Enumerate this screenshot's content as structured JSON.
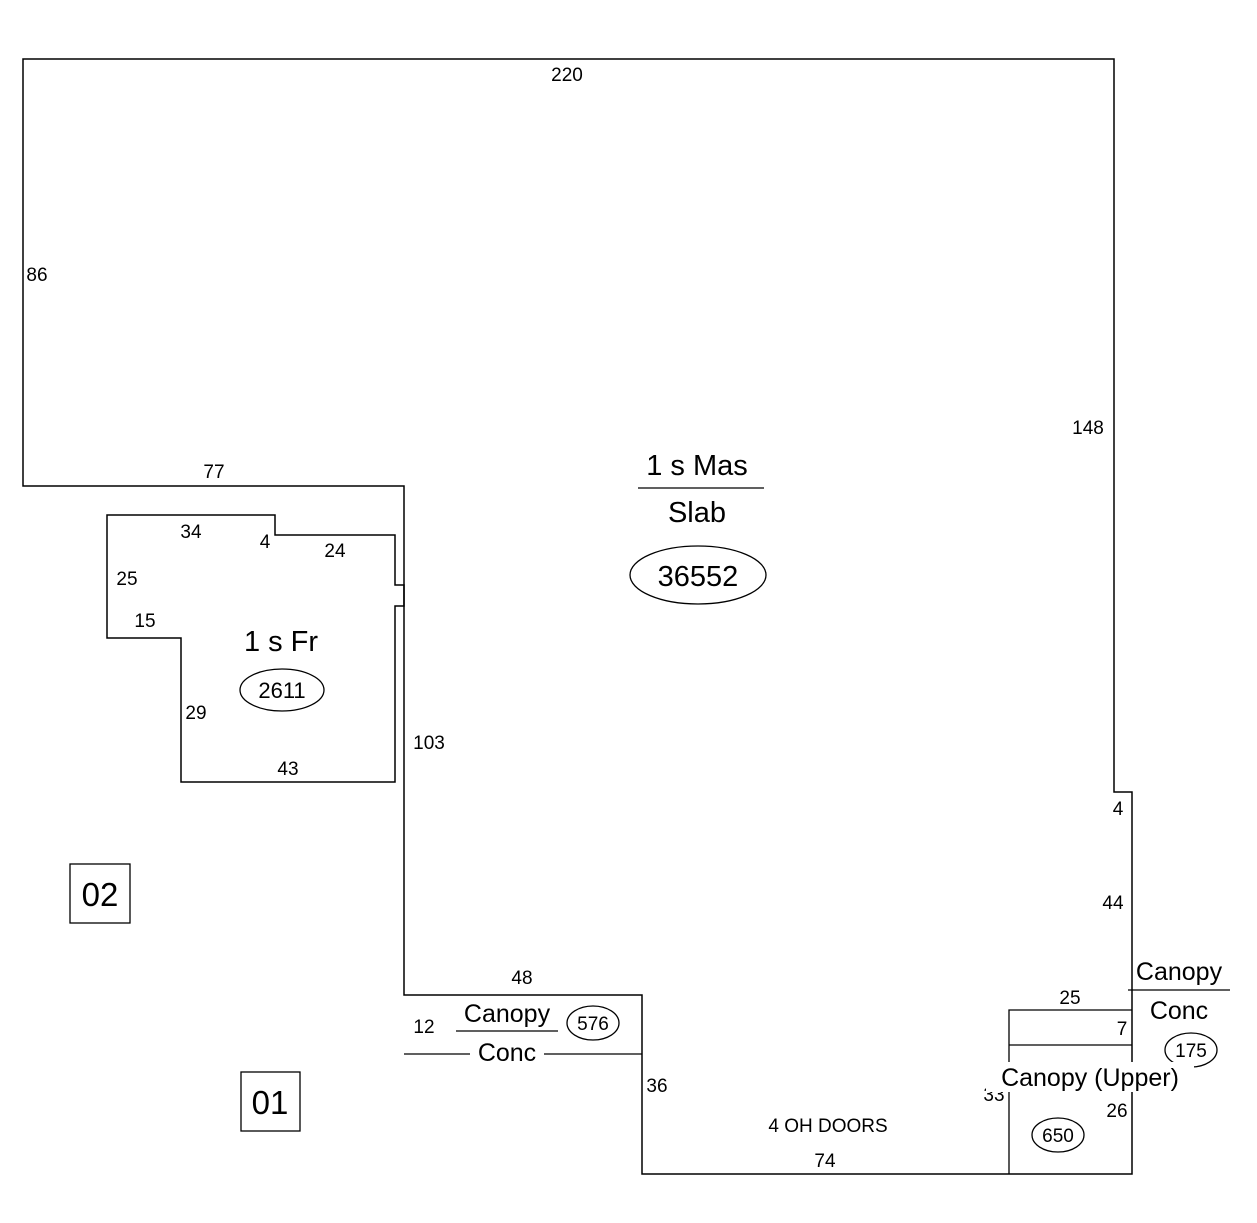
{
  "areas": {
    "main": {
      "label": "1 s Mas",
      "sublabel": "Slab",
      "value": "36552"
    },
    "frame": {
      "label": "1 s Fr",
      "value": "2611"
    },
    "canopy_left": {
      "label": "Canopy",
      "sublabel": "Conc",
      "value": "576"
    },
    "canopy_right": {
      "label": "Canopy",
      "sublabel": "Conc",
      "value": "175"
    },
    "canopy_upper": {
      "label": "Canopy (Upper)",
      "value": "650"
    }
  },
  "dimensions": {
    "top": "220",
    "left": "86",
    "right_upper": "148",
    "ledge": "77",
    "middle_wall": "103",
    "notch": "4",
    "right_lower": "44",
    "bottom": "74",
    "step": "36",
    "fr_top": "34",
    "fr_jog": "4",
    "fr_top_right": "24",
    "fr_left": "25",
    "fr_inner": "15",
    "fr_lower_left": "29",
    "fr_bottom": "43",
    "canopy_left_top": "48",
    "canopy_left_side": "12",
    "canopy_upper_top": "25",
    "canopy_upper_side": "7",
    "canopy_upper_right": "26",
    "canopy_upper_hidden": "33"
  },
  "notes": {
    "doors": "4 OH DOORS"
  },
  "cards": {
    "card_a": "02",
    "card_b": "01"
  }
}
